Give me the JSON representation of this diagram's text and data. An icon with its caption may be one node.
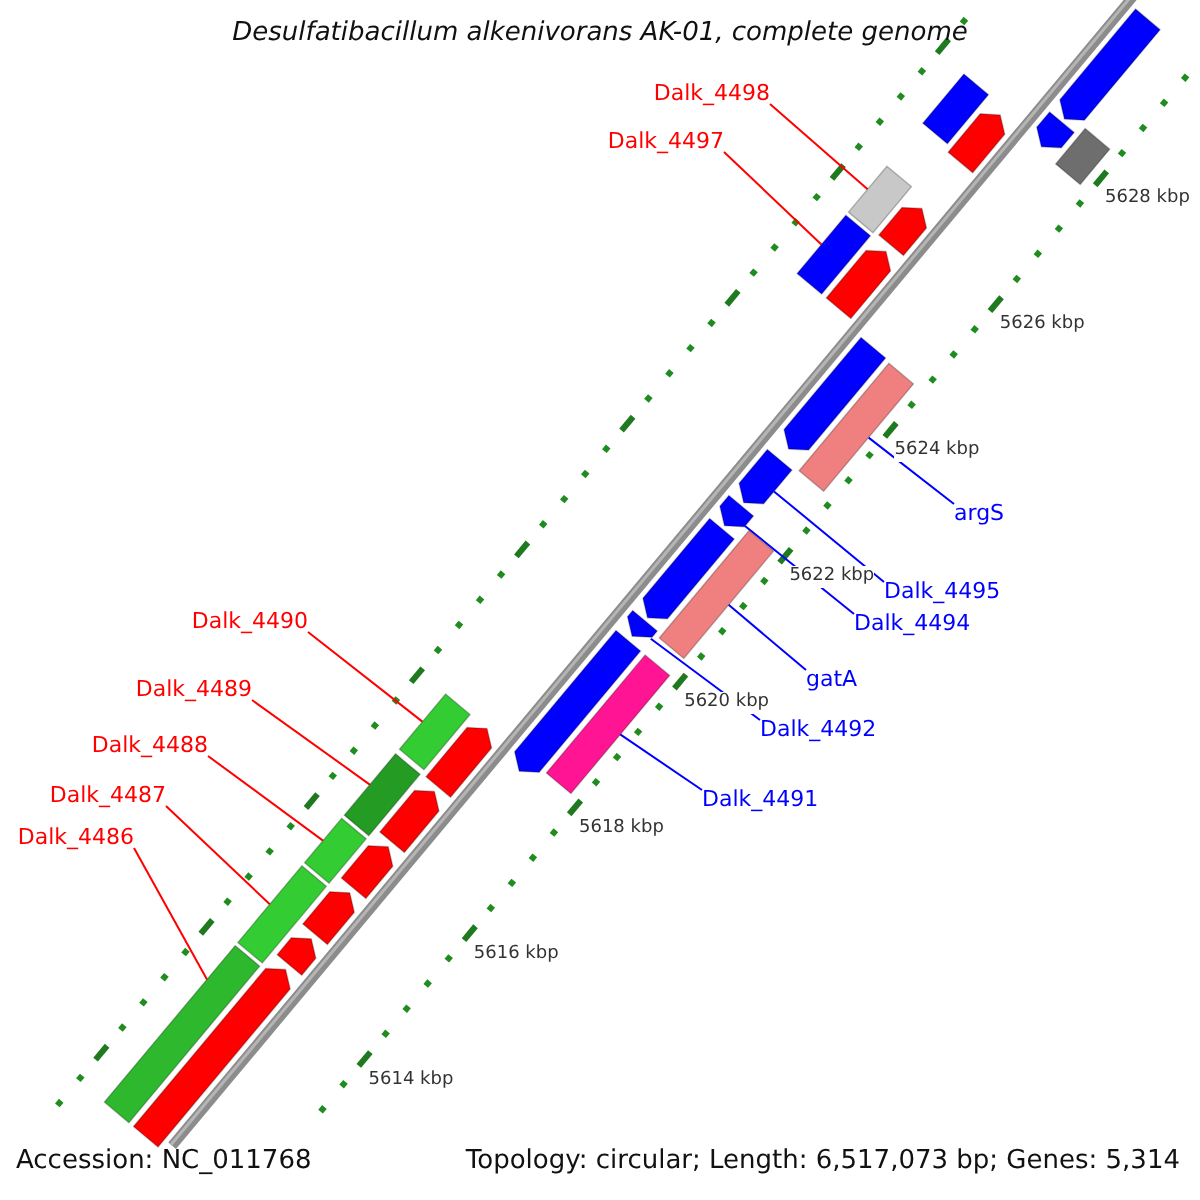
{
  "diagram": {
    "title": "Desulfatibacillum alkenivorans AK-01, complete genome",
    "nodes": [
      {
        "text": [
          "Dalk_4498"
        ]
      },
      {
        "text": [
          "Dalk_4497"
        ]
      },
      {
        "text": [
          "argS"
        ]
      },
      {
        "text": [
          "Dalk_4495"
        ]
      },
      {
        "text": [
          "Dalk_4494"
        ]
      },
      {
        "text": [
          "gatA"
        ]
      },
      {
        "text": [
          "Dalk_4490"
        ]
      },
      {
        "text": [
          "Dalk_4492"
        ]
      },
      {
        "text": [
          "Dalk_4489"
        ]
      },
      {
        "text": [
          "Dalk_4488"
        ]
      },
      {
        "text": [
          "Dalk_4491"
        ]
      },
      {
        "text": [
          "Dalk_4487"
        ]
      },
      {
        "text": [
          "Dalk_4486"
        ]
      },
      {
        "text": [],
        "shape": "bar"
      },
      {
        "text": [],
        "shape": "bar"
      },
      {
        "text": [],
        "shape": "bar"
      },
      {
        "text": [],
        "shape": "bar"
      },
      {
        "text": [],
        "shape": "bar"
      },
      {
        "text": [],
        "shape": "bar"
      },
      {
        "text": [],
        "shape": "bar"
      },
      {
        "text": [],
        "shape": "bar"
      },
      {
        "text": [],
        "shape": "bar"
      },
      {
        "text": [],
        "shape": "bar"
      },
      {
        "text": [],
        "shape": "bar"
      },
      {
        "text": [],
        "shape": "bar"
      },
      {
        "text": [],
        "shape": "bar"
      },
      {
        "text": [],
        "shape": "bar"
      },
      {
        "text": [],
        "shape": "bar"
      },
      {
        "text": [],
        "shape": "bar"
      },
      {
        "text": [],
        "shape": "bar"
      },
      {
        "text": [],
        "shape": "bar"
      },
      {
        "text": [],
        "shape": "bar"
      },
      {
        "text": [],
        "shape": "bar"
      },
      {
        "text": [],
        "shape": "bar"
      },
      {
        "text": [],
        "shape": "bar"
      },
      {
        "text": [],
        "shape": "bar"
      },
      {
        "text": [],
        "shape": "bar"
      },
      {
        "text": [],
        "shape": "bar"
      },
      {
        "text": [],
        "shape": "bar"
      },
      {
        "text": [],
        "shape": "bar"
      },
      {
        "text": [],
        "shape": "bar"
      },
      {
        "text": [],
        "shape": "bar"
      }
    ],
    "edges": [
      {
        "from": 0,
        "to": 13,
        "arrow": "none"
      },
      {
        "from": 1,
        "to": 14,
        "arrow": "none"
      },
      {
        "from": 2,
        "to": 15,
        "arrow": "none",
        "color": "#0000ff"
      },
      {
        "from": 3,
        "to": 16,
        "arrow": "none",
        "color": "#0000ff"
      },
      {
        "from": 4,
        "to": 17,
        "arrow": "none",
        "color": "#0000ff"
      },
      {
        "from": 5,
        "to": 18,
        "arrow": "none",
        "color": "#0000ff"
      },
      {
        "from": 6,
        "to": 19,
        "arrow": "none"
      },
      {
        "from": 7,
        "to": 20,
        "arrow": "none",
        "color": "#0000ff"
      },
      {
        "from": 8,
        "to": 21,
        "arrow": "none"
      },
      {
        "from": 9,
        "to": 22,
        "arrow": "none"
      },
      {
        "from": 10,
        "to": 23,
        "arrow": "none",
        "color": "#0000ff"
      },
      {
        "from": 11,
        "to": 24,
        "arrow": "none"
      },
      {
        "from": 12,
        "to": 25,
        "arrow": "none"
      }
    ],
    "labels": [
      "5628 kbp",
      "5626 kbp",
      "5624 kbp",
      "5622 kbp",
      "5620 kbp",
      "5618 kbp",
      "5616 kbp",
      "5614 kbp",
      "Accession: NC_011768",
      "Topology: circular; Length: 6,517,073 bp; Genes: 5,314"
    ]
  }
}
